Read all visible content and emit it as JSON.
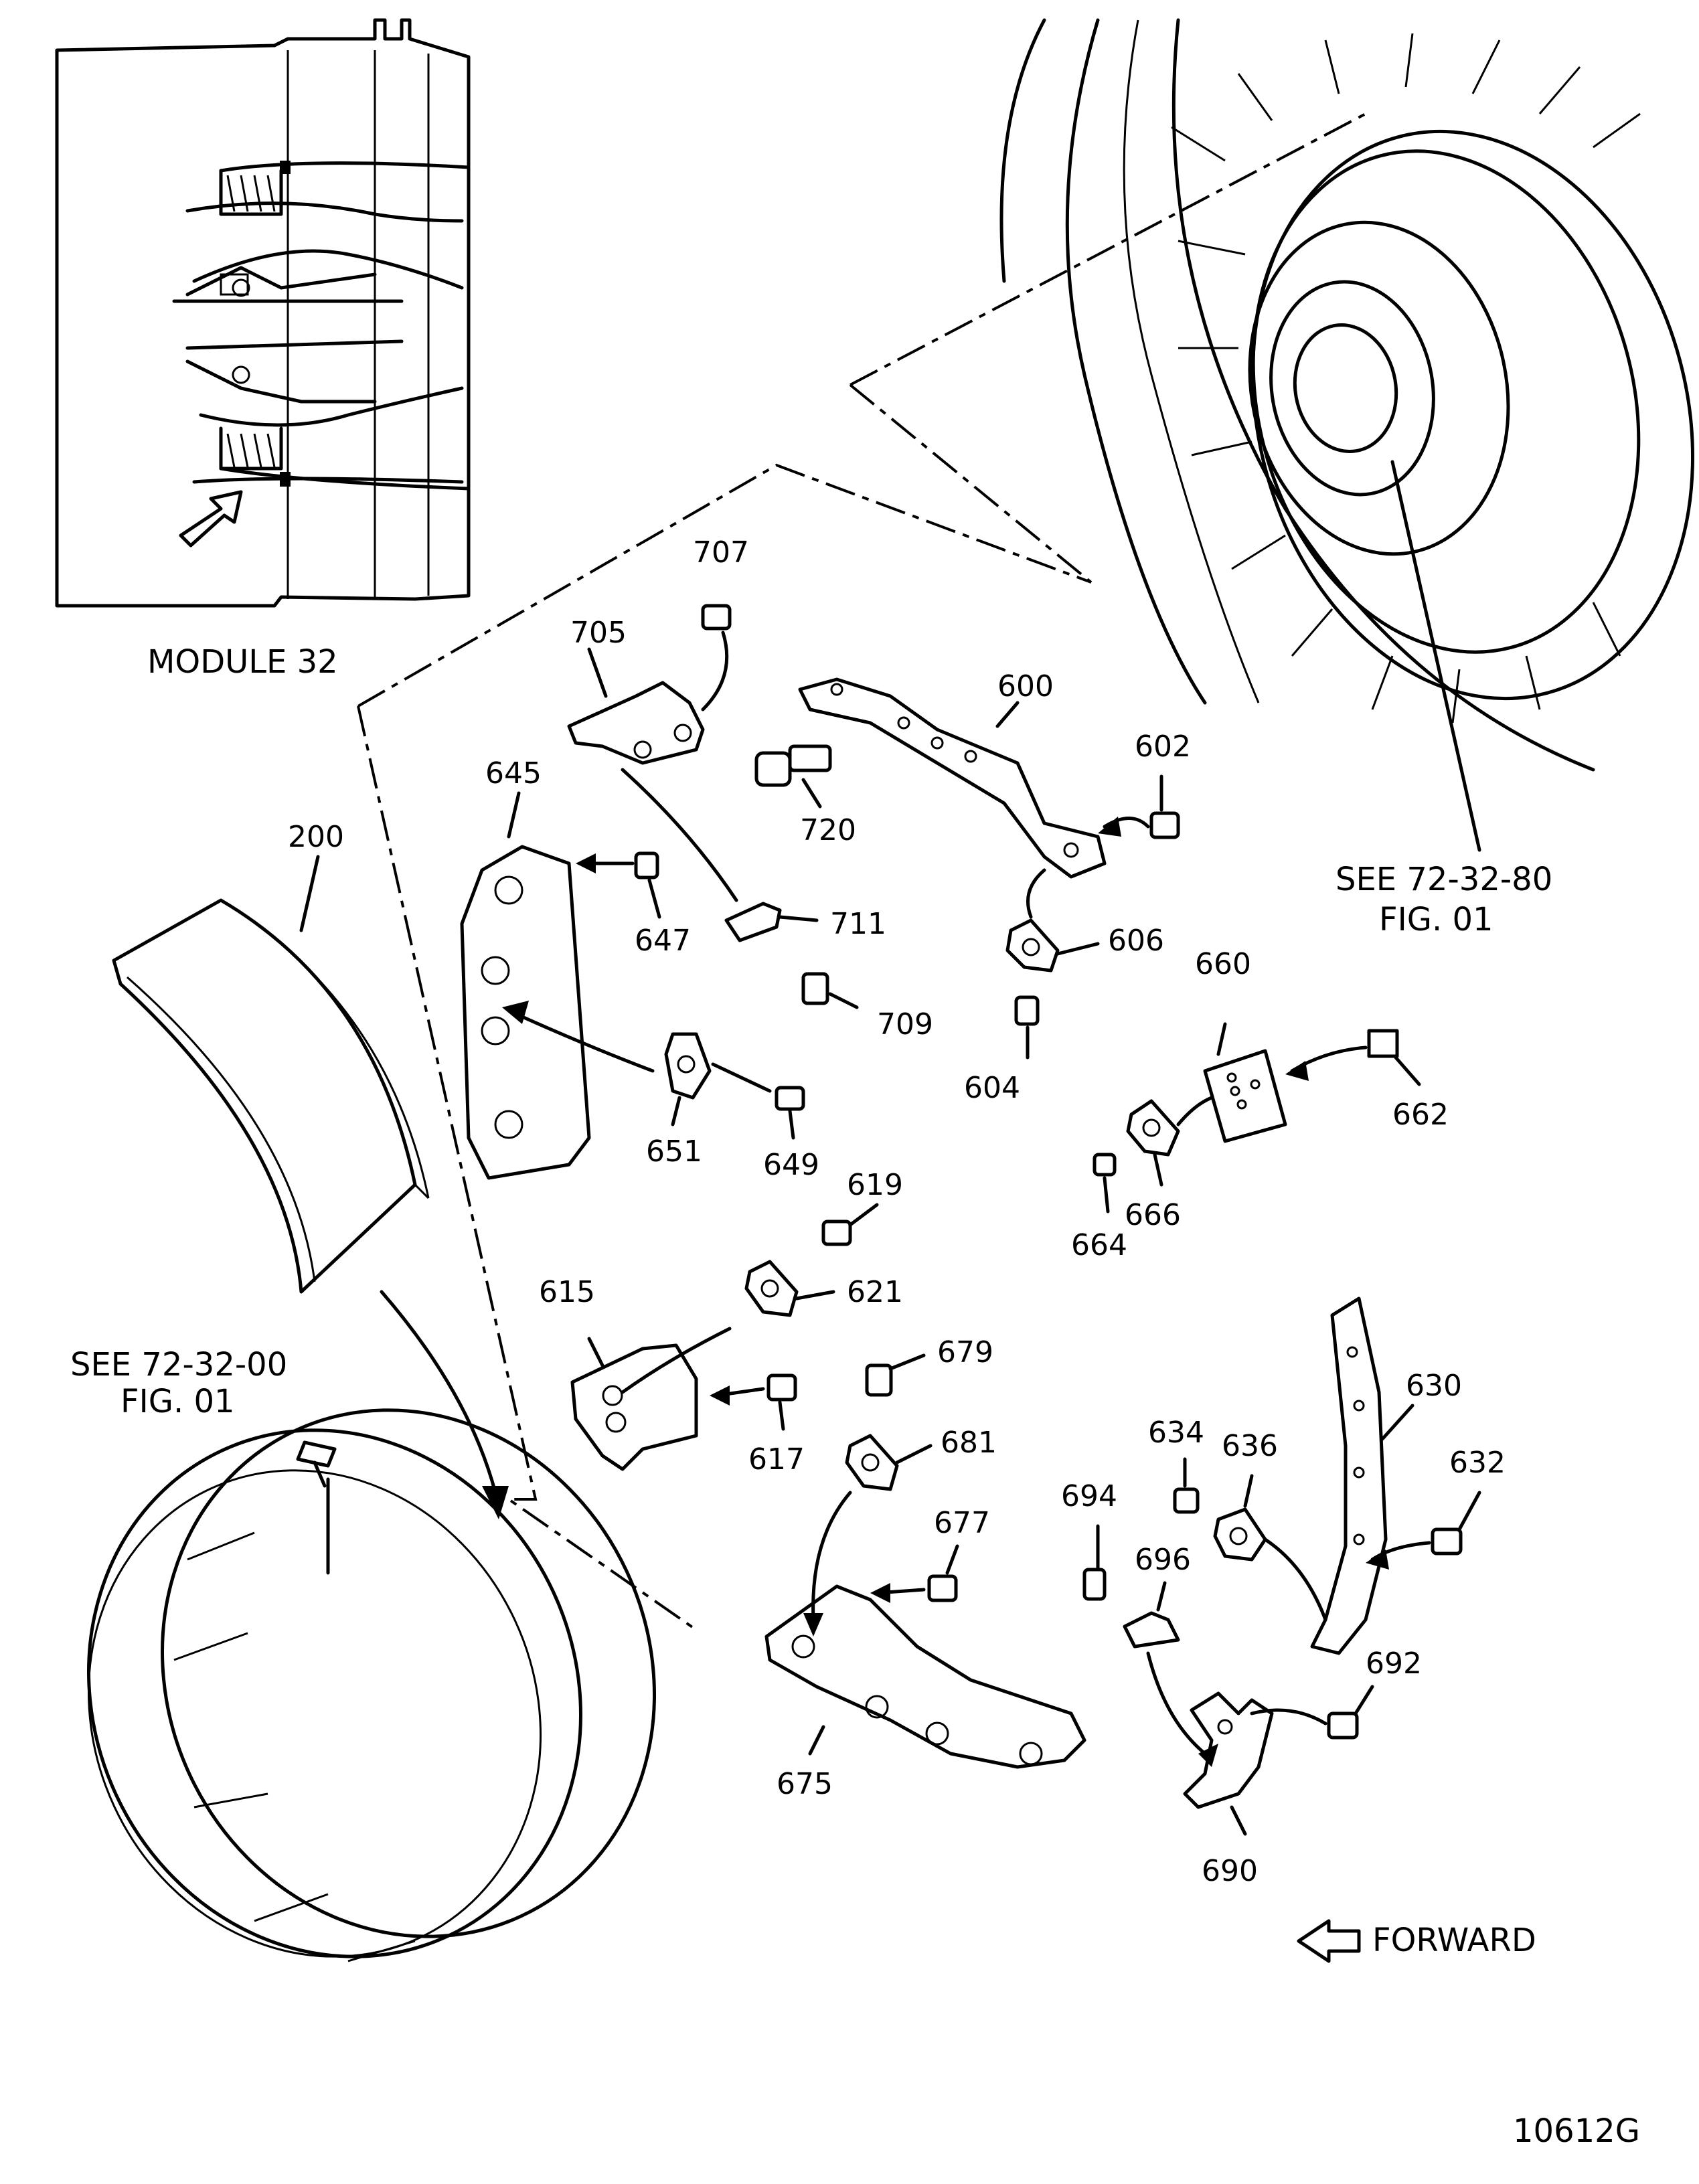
{
  "inset_caption": "MODULE 32",
  "callouts": {
    "p200": "200",
    "p600": "600",
    "p602": "602",
    "p604": "604",
    "p606": "606",
    "p615": "615",
    "p617": "617",
    "p619": "619",
    "p621": "621",
    "p630": "630",
    "p632": "632",
    "p634": "634",
    "p636": "636",
    "p645": "645",
    "p647": "647",
    "p649": "649",
    "p651": "651",
    "p660": "660",
    "p662": "662",
    "p664": "664",
    "p666": "666",
    "p675": "675",
    "p677": "677",
    "p679": "679",
    "p681": "681",
    "p690": "690",
    "p692": "692",
    "p694": "694",
    "p696": "696",
    "p705": "705",
    "p707": "707",
    "p709": "709",
    "p711": "711",
    "p720": "720"
  },
  "references": {
    "ref_72_32_80_line1": "SEE  72-32-80",
    "ref_72_32_80_line2": "FIG. 01",
    "ref_72_32_00_line1": "SEE  72-32-00",
    "ref_72_32_00_line2": "FIG. 01"
  },
  "forward_label": "FORWARD",
  "figure_id": "10612G"
}
